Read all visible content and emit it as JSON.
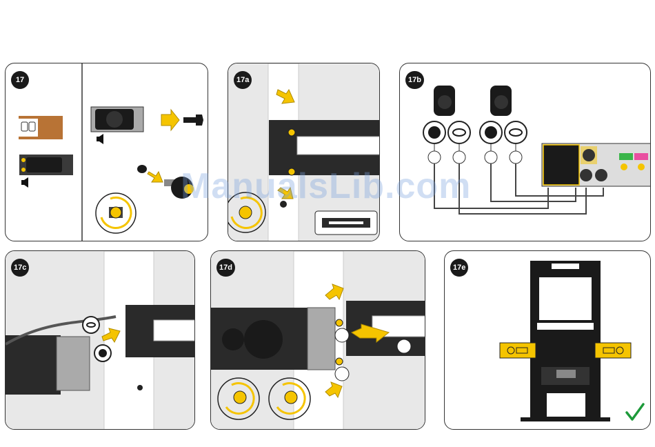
{
  "steps": [
    {
      "label": "17"
    },
    {
      "label": "17a"
    },
    {
      "label": "17b"
    },
    {
      "label": "17c"
    },
    {
      "label": "17d"
    },
    {
      "label": "17e"
    }
  ],
  "watermark": "ManualsLib.com",
  "colors": {
    "accent": "#f5c400",
    "dark": "#1f1f1f",
    "grey": "#e6e6e6",
    "success": "#1d9a3a"
  },
  "icons": [
    "speaker-icon",
    "arrow-icon",
    "screw-icon",
    "rotate-icon",
    "checkmark-icon",
    "connector-icon"
  ]
}
